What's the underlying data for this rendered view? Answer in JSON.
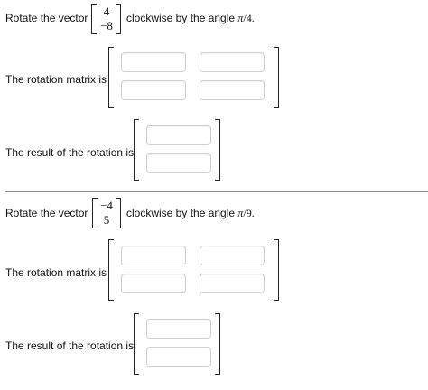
{
  "problems": [
    {
      "prefix": "Rotate the vector",
      "vector": [
        "4",
        "−8"
      ],
      "suffix_pre": "clockwise by the angle ",
      "angle_symbol": "π",
      "angle_den": "/4.",
      "matrix_label": "The rotation matrix is",
      "result_label": "The result of the rotation is",
      "matrix_values": [
        "",
        "",
        "",
        ""
      ],
      "result_values": [
        "",
        ""
      ]
    },
    {
      "prefix": "Rotate the vector",
      "vector": [
        "−4",
        "5"
      ],
      "suffix_pre": "clockwise by the angle ",
      "angle_symbol": "π",
      "angle_den": "/9.",
      "matrix_label": "The rotation matrix is",
      "result_label": "The result of the rotation is",
      "matrix_values": [
        "",
        "",
        "",
        ""
      ],
      "result_values": [
        "",
        ""
      ]
    }
  ]
}
